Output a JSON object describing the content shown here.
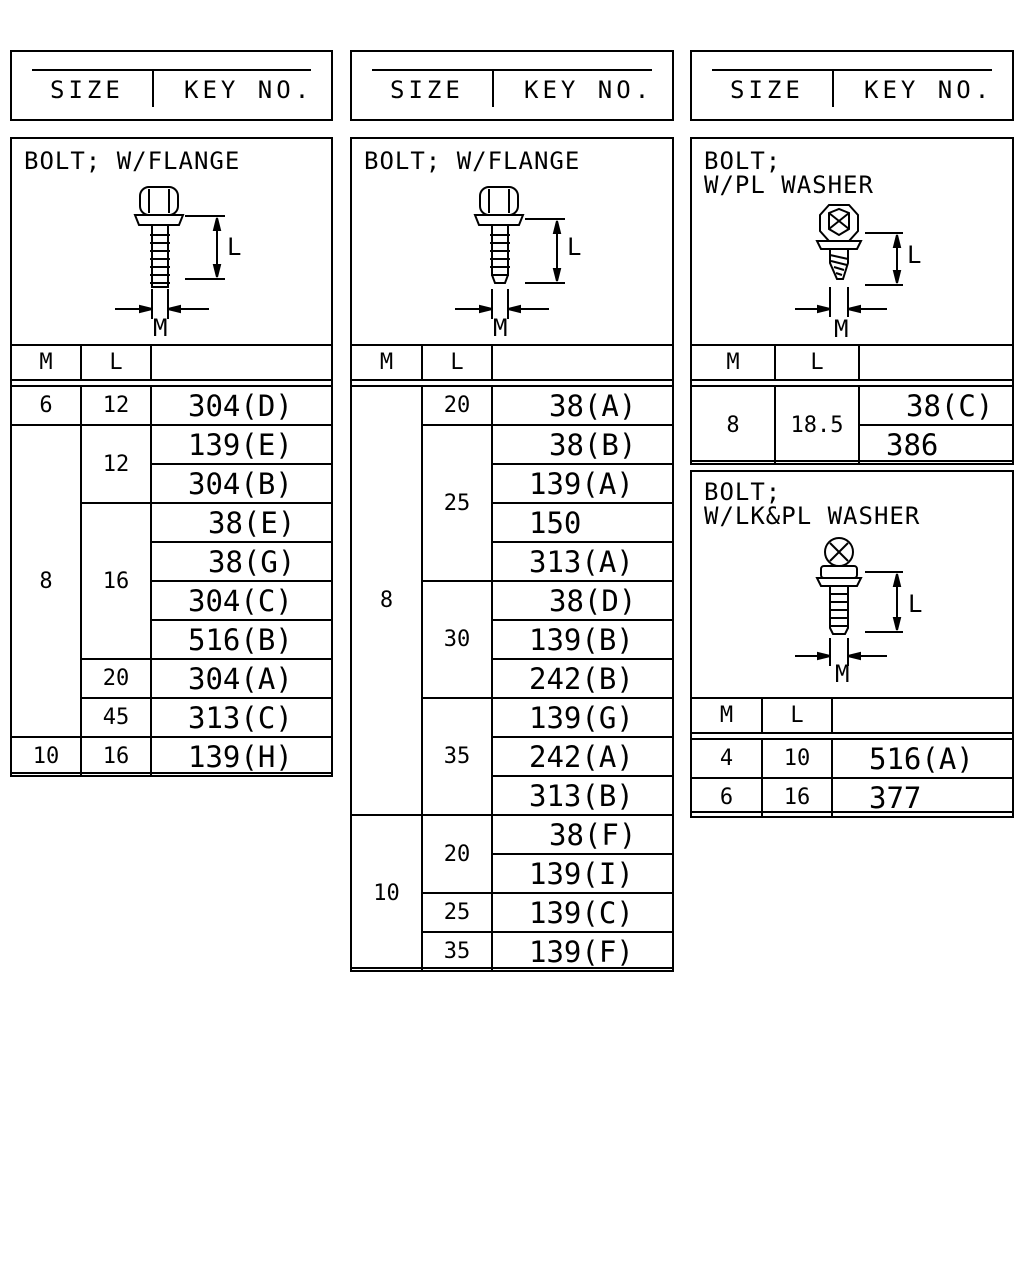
{
  "header": {
    "size_label": "SIZE",
    "key_label": "KEY NO."
  },
  "panels": [
    {
      "title": [
        "BOLT; W/FLANGE"
      ],
      "dim_l": "L",
      "dim_m": "M",
      "columns": [
        "M",
        "L",
        ""
      ],
      "rows": [
        {
          "m": "6",
          "l": "12",
          "k": "304(D)"
        },
        {
          "m": "8",
          "l": "12",
          "k": "139(E)"
        },
        {
          "m": "",
          "l": "",
          "k": "304(B)"
        },
        {
          "m": "",
          "l": "16",
          "k": "38(E)"
        },
        {
          "m": "",
          "l": "",
          "k": "38(G)"
        },
        {
          "m": "",
          "l": "",
          "k": "304(C)"
        },
        {
          "m": "",
          "l": "",
          "k": "516(B)"
        },
        {
          "m": "",
          "l": "20",
          "k": "304(A)"
        },
        {
          "m": "",
          "l": "45",
          "k": "313(C)"
        },
        {
          "m": "10",
          "l": "16",
          "k": "139(H)"
        }
      ]
    },
    {
      "title": [
        "BOLT; W/FLANGE"
      ],
      "dim_l": "L",
      "dim_m": "M",
      "columns": [
        "M",
        "L",
        ""
      ],
      "rows": [
        {
          "m": "8",
          "l": "20",
          "k": "38(A)"
        },
        {
          "m": "",
          "l": "25",
          "k": "38(B)"
        },
        {
          "m": "",
          "l": "",
          "k": "139(A)"
        },
        {
          "m": "",
          "l": "",
          "k": "150"
        },
        {
          "m": "",
          "l": "",
          "k": "313(A)"
        },
        {
          "m": "",
          "l": "30",
          "k": "38(D)"
        },
        {
          "m": "",
          "l": "",
          "k": "139(B)"
        },
        {
          "m": "",
          "l": "",
          "k": "242(B)"
        },
        {
          "m": "",
          "l": "35",
          "k": "139(G)"
        },
        {
          "m": "",
          "l": "",
          "k": "242(A)"
        },
        {
          "m": "",
          "l": "",
          "k": "313(B)"
        },
        {
          "m": "10",
          "l": "20",
          "k": "38(F)"
        },
        {
          "m": "",
          "l": "",
          "k": "139(I)"
        },
        {
          "m": "",
          "l": "25",
          "k": "139(C)"
        },
        {
          "m": "",
          "l": "35",
          "k": "139(F)"
        }
      ]
    },
    {
      "title": [
        "BOLT;",
        "W/PL WASHER"
      ],
      "dim_l": "L",
      "dim_m": "M",
      "columns": [
        "M",
        "L",
        ""
      ],
      "rows": [
        {
          "m": "8",
          "l": "18.5",
          "k": "38(C)"
        },
        {
          "m": "",
          "l": "",
          "k": "386"
        }
      ]
    },
    {
      "title": [
        "BOLT;",
        "W/LK&PL WASHER"
      ],
      "dim_l": "L",
      "dim_m": "M",
      "columns": [
        "M",
        "L",
        ""
      ],
      "rows": [
        {
          "m": "4",
          "l": "10",
          "k": "516(A)"
        },
        {
          "m": "6",
          "l": "16",
          "k": "377"
        }
      ]
    }
  ]
}
